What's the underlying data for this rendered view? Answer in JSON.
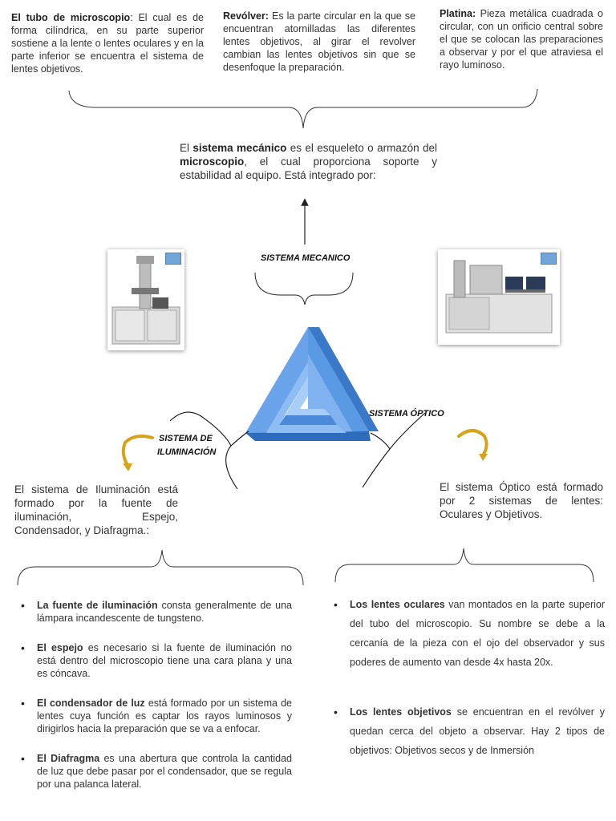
{
  "top": {
    "tubo": {
      "term": "El tubo de microscopio",
      "text": ": El cual es de forma cilíndrica, en su parte superior sostiene a la lente o lentes oculares y en la parte inferior se encuentra el sistema de lentes objetivos."
    },
    "revolver": {
      "term": "Revólver:",
      "text": " Es la parte circular en la que se encuentran atornilladas las diferentes lentes objetivos, al girar el revolver cambian las lentes objetivos sin que se desenfoque la preparación."
    },
    "platina": {
      "term": "Platina:",
      "text": " Pieza metálica cuadrada o circular, con un orificio central sobre el que se colocan las preparaciones a observar y por el que atraviesa el rayo luminoso."
    }
  },
  "mecanico": {
    "p1": "El ",
    "b1": "sistema mecánico",
    "p2": " es el esqueleto o armazón del ",
    "b2": "microscopio",
    "p3": ", el cual proporciona soporte y estabilidad al equipo. Está integrado por:"
  },
  "labels": {
    "mecanico": "SISTEMA MECANICO",
    "optico": "SISTEMA ÓPTICO",
    "iluminacion_1": "SISTEMA DE",
    "iluminacion_2": "ILUMINACIÓN"
  },
  "iluminacion": {
    "intro": "El sistema de Iluminación está formado por la fuente de iluminación, Espejo, Condensador, y Diafragma.:",
    "items": [
      {
        "term": "La fuente de iluminación",
        "text": " consta generalmente de una lámpara incandescente de tungsteno."
      },
      {
        "term": "El espejo",
        "text": " es necesario si la fuente de iluminación no está dentro del microscopio tiene una cara plana y una es cóncava."
      },
      {
        "term": "El condensador de luz",
        "text": " está formado por un sistema de lentes cuya función es captar los rayos luminosos y dirigirlos hacia la preparación que se va a enfocar."
      },
      {
        "term": "El Diafragma",
        "text": " es una abertura que controla la cantidad de luz que debe pasar por el condensador, que se regula por una palanca lateral."
      }
    ]
  },
  "optico": {
    "intro": "El sistema Óptico está formado por 2 sistemas de lentes: Oculares y Objetivos.",
    "items": [
      {
        "term": "Los lentes oculares",
        "text": " van montados en la parte superior del tubo del microscopio. Su nombre se debe a la cercanía de la pieza con el ojo del observador y sus poderes de aumento van desde 4x hasta 20x."
      },
      {
        "term": "Los lentes objetivos",
        "text": " se encuentran en el revólver y quedan cerca del objeto a observar. Hay 2 tipos de objetivos: Objetivos secos y de Inmersión"
      }
    ]
  },
  "colors": {
    "triangle_light": "#7fb2ee",
    "triangle_mid": "#4a8ad8",
    "triangle_dark": "#2d6bbb",
    "arrow_gold": "#d7a31a"
  }
}
